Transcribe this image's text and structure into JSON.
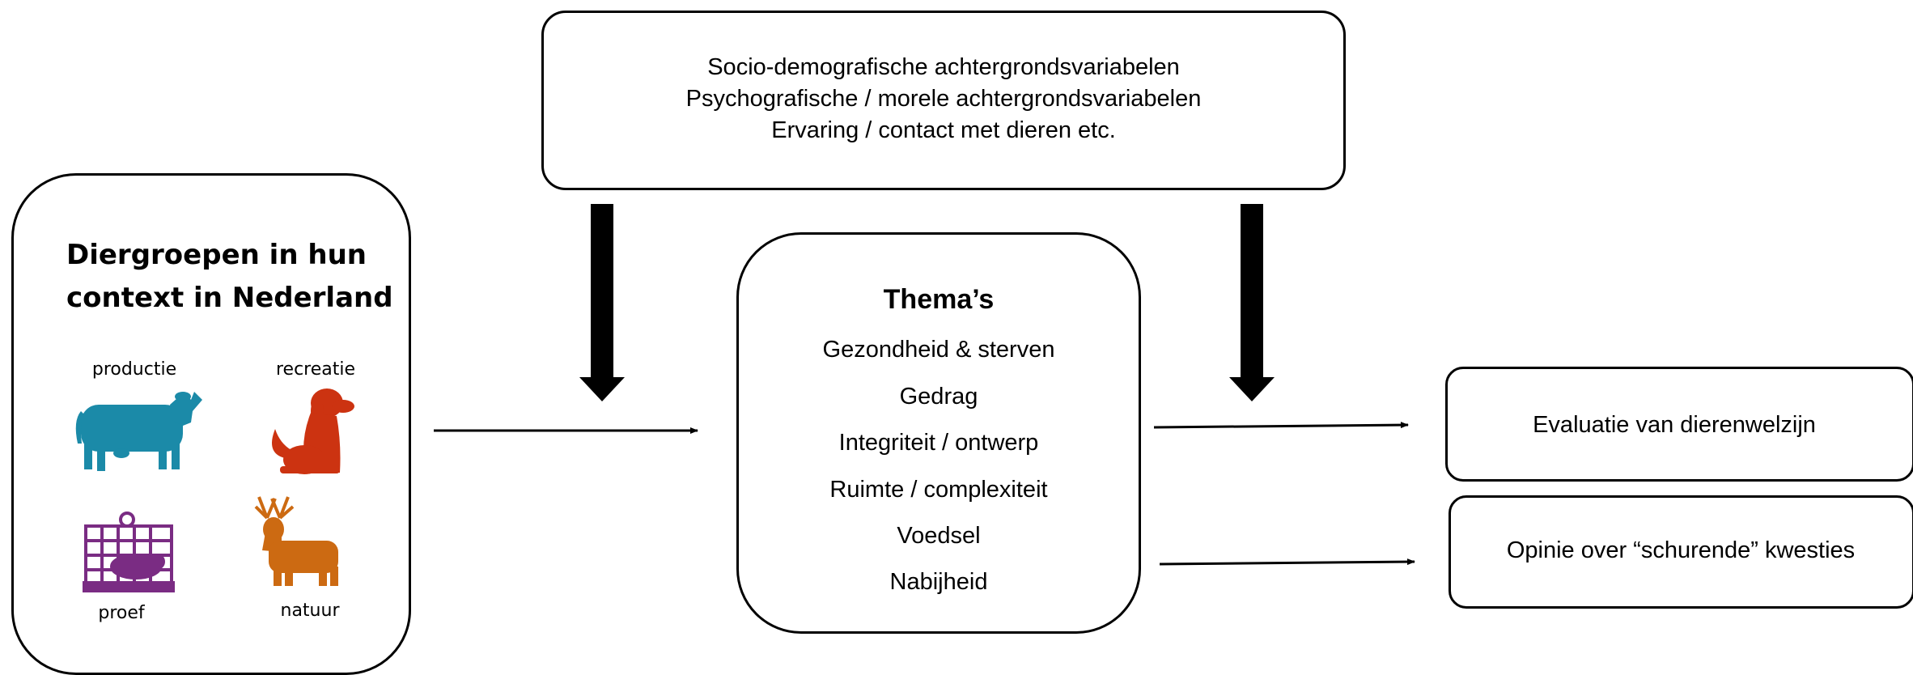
{
  "background_box": {
    "lines": [
      "Socio-demografische achtergrondsvariabelen",
      "Psychografische / morele achtergrondsvariabelen",
      "Ervaring / contact met dieren etc."
    ]
  },
  "animal_groups": {
    "title_line1": "Diergroepen in hun",
    "title_line2": "context in Nederland",
    "groups": [
      {
        "label": "productie",
        "icon": "cow-icon",
        "color": "#1b8aa8"
      },
      {
        "label": "recreatie",
        "icon": "dog-icon",
        "color": "#cc3311"
      },
      {
        "label": "proef",
        "icon": "lab-cage-icon",
        "color": "#7a2c83"
      },
      {
        "label": "natuur",
        "icon": "deer-icon",
        "color": "#cc6a12"
      }
    ]
  },
  "themes": {
    "title": "Thema’s",
    "items": [
      "Gezondheid & sterven",
      "Gedrag",
      "Integriteit / ontwerp",
      "Ruimte / complexiteit",
      "Voedsel",
      "Nabijheid"
    ]
  },
  "outcomes": [
    "Evaluatie van dierenwelzijn",
    "Opinie over “schurende” kwesties"
  ]
}
